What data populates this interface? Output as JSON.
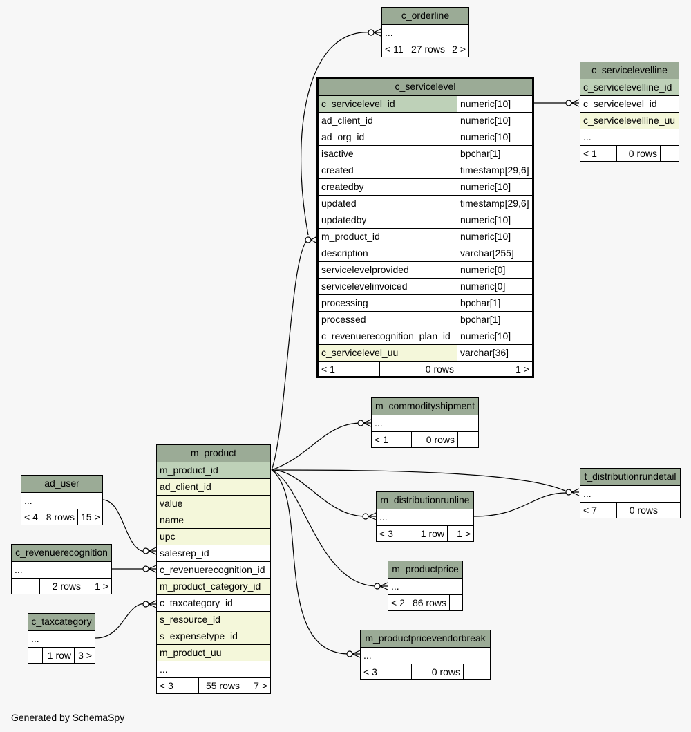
{
  "tables": {
    "c_orderline": {
      "name": "c_orderline",
      "ellipsis": "...",
      "foot": [
        "< 11",
        "27 rows",
        "2 >"
      ]
    },
    "c_servicelevel": {
      "name": "c_servicelevel",
      "columns": [
        {
          "name": "c_servicelevel_id",
          "type": "numeric[10]",
          "kind": "pk"
        },
        {
          "name": "ad_client_id",
          "type": "numeric[10]",
          "kind": ""
        },
        {
          "name": "ad_org_id",
          "type": "numeric[10]",
          "kind": ""
        },
        {
          "name": "isactive",
          "type": "bpchar[1]",
          "kind": ""
        },
        {
          "name": "created",
          "type": "timestamp[29,6]",
          "kind": ""
        },
        {
          "name": "createdby",
          "type": "numeric[10]",
          "kind": ""
        },
        {
          "name": "updated",
          "type": "timestamp[29,6]",
          "kind": ""
        },
        {
          "name": "updatedby",
          "type": "numeric[10]",
          "kind": ""
        },
        {
          "name": "m_product_id",
          "type": "numeric[10]",
          "kind": ""
        },
        {
          "name": "description",
          "type": "varchar[255]",
          "kind": ""
        },
        {
          "name": "servicelevelprovided",
          "type": "numeric[0]",
          "kind": ""
        },
        {
          "name": "servicelevelinvoiced",
          "type": "numeric[0]",
          "kind": ""
        },
        {
          "name": "processing",
          "type": "bpchar[1]",
          "kind": ""
        },
        {
          "name": "processed",
          "type": "bpchar[1]",
          "kind": ""
        },
        {
          "name": "c_revenuerecognition_plan_id",
          "type": "numeric[10]",
          "kind": ""
        },
        {
          "name": "c_servicelevel_uu",
          "type": "varchar[36]",
          "kind": "idx"
        }
      ],
      "foot": [
        "< 1",
        "0 rows",
        "1 >"
      ]
    },
    "c_servicelevelline": {
      "name": "c_servicelevelline",
      "columns": [
        {
          "name": "c_servicelevelline_id",
          "kind": "pk"
        },
        {
          "name": "c_servicelevel_id",
          "kind": ""
        },
        {
          "name": "c_servicelevelline_uu",
          "kind": "idx"
        }
      ],
      "ellipsis": "...",
      "foot": [
        "< 1",
        "0 rows",
        ""
      ]
    },
    "m_commodityshipment": {
      "name": "m_commodityshipment",
      "ellipsis": "...",
      "foot": [
        "< 1",
        "0 rows",
        ""
      ]
    },
    "m_product": {
      "name": "m_product",
      "columns": [
        {
          "name": "m_product_id",
          "kind": "pk"
        },
        {
          "name": "ad_client_id",
          "kind": "idx"
        },
        {
          "name": "value",
          "kind": "idx"
        },
        {
          "name": "name",
          "kind": "idx"
        },
        {
          "name": "upc",
          "kind": "idx"
        },
        {
          "name": "salesrep_id",
          "kind": ""
        },
        {
          "name": "c_revenuerecognition_id",
          "kind": ""
        },
        {
          "name": "m_product_category_id",
          "kind": "idx"
        },
        {
          "name": "c_taxcategory_id",
          "kind": ""
        },
        {
          "name": "s_resource_id",
          "kind": "idx"
        },
        {
          "name": "s_expensetype_id",
          "kind": "idx"
        },
        {
          "name": "m_product_uu",
          "kind": "idx"
        }
      ],
      "ellipsis": "...",
      "foot": [
        "< 3",
        "55 rows",
        "7 >"
      ]
    },
    "ad_user": {
      "name": "ad_user",
      "ellipsis": "...",
      "foot": [
        "< 4",
        "8 rows",
        "15 >"
      ]
    },
    "c_revenuerecognition": {
      "name": "c_revenuerecognition",
      "ellipsis": "...",
      "foot": [
        "",
        "2 rows",
        "1 >"
      ]
    },
    "c_taxcategory": {
      "name": "c_taxcategory",
      "ellipsis": "...",
      "foot": [
        "",
        "1 row",
        "3 >"
      ]
    },
    "t_distributionrundetail": {
      "name": "t_distributionrundetail",
      "ellipsis": "...",
      "foot": [
        "< 7",
        "0 rows",
        ""
      ]
    },
    "m_distributionrunline": {
      "name": "m_distributionrunline",
      "ellipsis": "...",
      "foot": [
        "< 3",
        "1 row",
        "1 >"
      ]
    },
    "m_productprice": {
      "name": "m_productprice",
      "ellipsis": "...",
      "foot": [
        "< 2",
        "86 rows",
        ""
      ]
    },
    "m_productpricevendorbreak": {
      "name": "m_productpricevendorbreak",
      "ellipsis": "...",
      "foot": [
        "< 3",
        "0 rows",
        ""
      ]
    }
  },
  "colors": {
    "title": "#9bab96",
    "pk": "#bed1b8",
    "index": "#f4f7da",
    "background": "#f7f7f7"
  },
  "footer": "Generated by SchemaSpy"
}
